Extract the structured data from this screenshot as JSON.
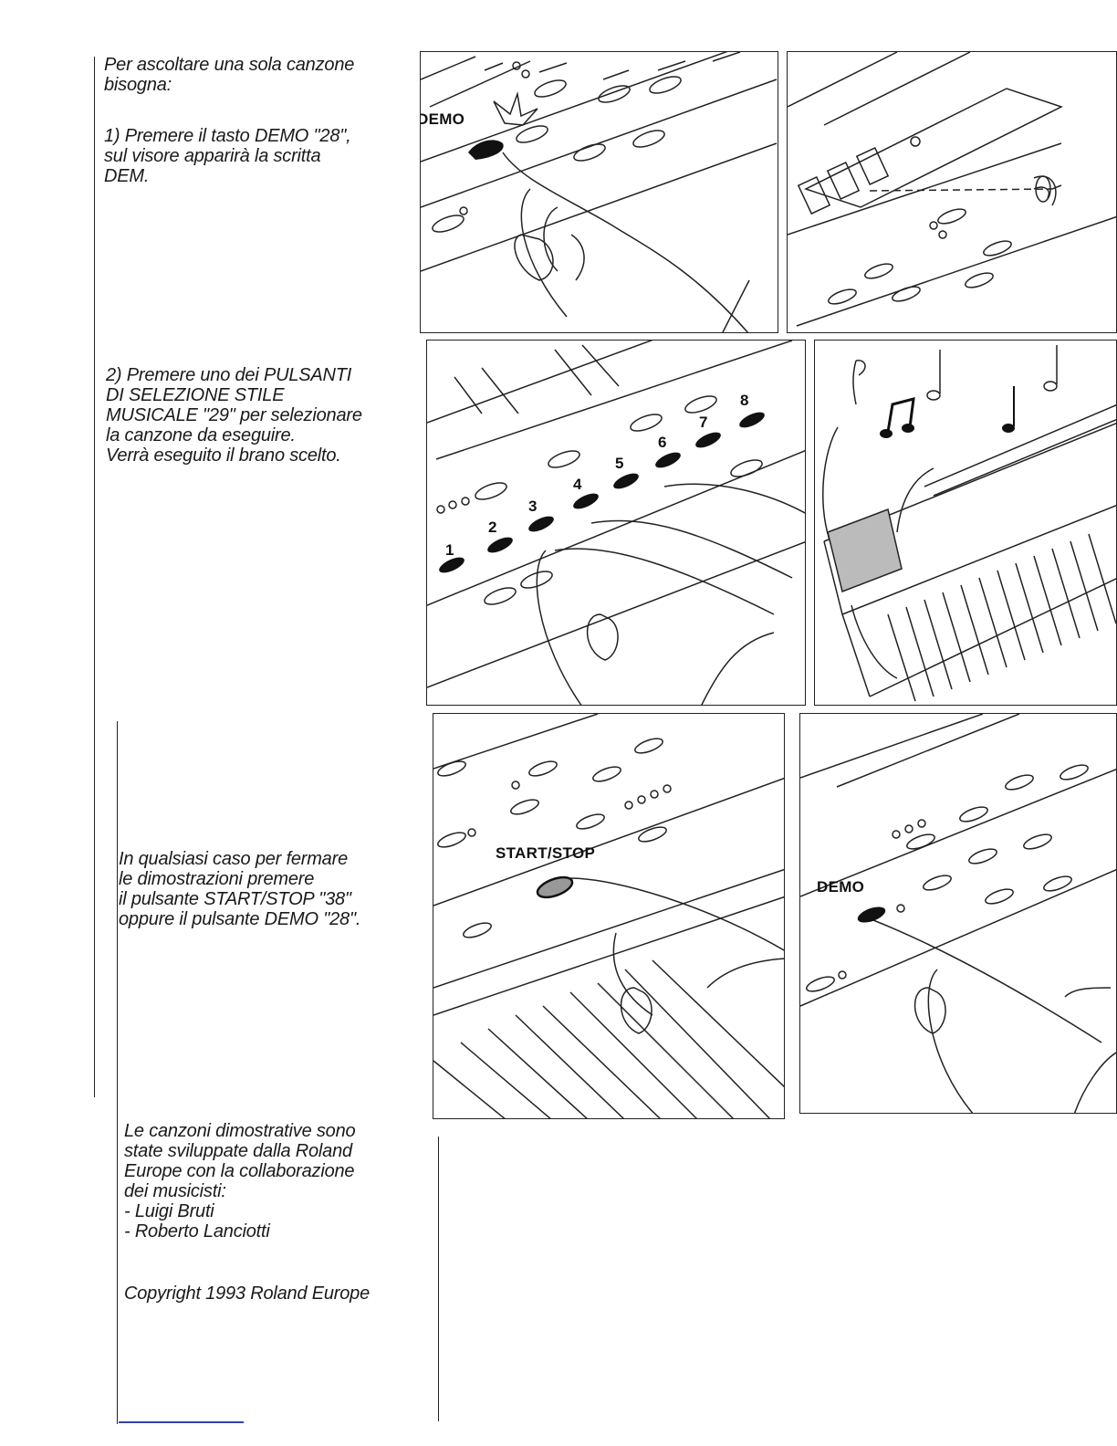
{
  "left_text": {
    "intro": "Per ascoltare una sola canzone\nbisogna:",
    "step1": "1) Premere il tasto DEMO \"28\",\nsul visore apparirà la scritta\nDEM.",
    "step2": "2) Premere uno dei PULSANTI\nDI SELEZIONE STILE\nMUSICALE \"29\" per selezionare\nla canzone da eseguire.\nVerrà eseguito il brano scelto.",
    "stop": "In qualsiasi caso per fermare\nle dimostrazioni premere\nil pulsante START/STOP \"38\"\noppure il pulsante DEMO \"28\".",
    "credits": "Le canzoni dimostrative sono\nstate sviluppate dalla Roland\nEurope con la collaborazione\ndei musicisti:\n- Luigi Bruti\n- Roberto Lanciotti",
    "copyright": "Copyright 1993 Roland Europe"
  },
  "illustrations": {
    "demo_label": "DEMO",
    "start_stop_label": "START/STOP",
    "demo_label_2": "DEMO",
    "style_numbers": [
      "1",
      "2",
      "3",
      "4",
      "5",
      "6",
      "7",
      "8"
    ]
  },
  "icons": {
    "finger": "pointing-finger-icon",
    "eye": "eye-icon",
    "notes": "music-notes-icon"
  }
}
